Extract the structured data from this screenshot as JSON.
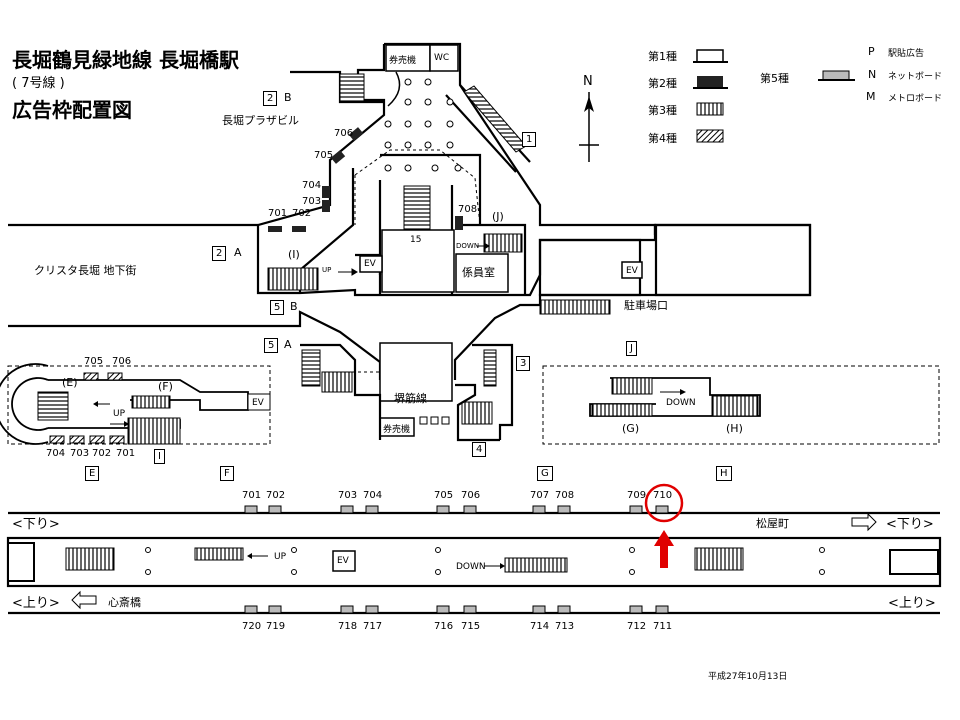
{
  "title": {
    "line": "長堀鶴見緑地線 長堀橋駅",
    "route": "( 7号線 )",
    "chart": "広告枠配置図"
  },
  "legend": {
    "type1": "第1種",
    "type2": "第2種",
    "type3": "第3種",
    "type4": "第4種",
    "type5": "第5種",
    "p_code": "P",
    "p_label": "駅貼広告",
    "n_code": "N",
    "n_label": "ネットボード",
    "m_code": "M",
    "m_label": "メトロボード"
  },
  "north": "N",
  "concourse": {
    "ticket_top": "券売機",
    "wc": "WC",
    "exit_2b": "2",
    "exit_2b_suffix": "B",
    "exit_2b_place": "長堀プラザビル",
    "exit_1": "1",
    "exit_2a": "2",
    "exit_2a_suffix": "A",
    "underground_mall": "クリスタ長堀 地下街",
    "exit_5b": "5",
    "exit_5b_suffix": "B",
    "exit_5a": "5",
    "exit_5a_suffix": "A",
    "exit_3": "3",
    "exit_4": "4",
    "staff_room": "係員室",
    "parking_exit": "駐車場口",
    "sakaisuji_line": "堺筋線",
    "ticket_bottom": "券売機",
    "label_15": "15",
    "ev": "EV",
    "up": "UP",
    "down": "DOWN",
    "zone_i": "(I)",
    "zone_j": "(J)",
    "ad_701": "701",
    "ad_702": "702",
    "ad_703": "703",
    "ad_704": "704",
    "ad_705": "705",
    "ad_706": "706",
    "ad_708": "708"
  },
  "inset_i": {
    "zone_e": "(E)",
    "zone_f": "(F)",
    "top_ads": [
      "705",
      "706"
    ],
    "bottom_ads": [
      "704",
      "703",
      "702",
      "701"
    ],
    "key": "I",
    "up": "UP",
    "ev": "EV"
  },
  "inset_j": {
    "key": "J",
    "zone_g": "(G)",
    "zone_h": "(H)",
    "down": "DOWN"
  },
  "platform": {
    "zone_keys": [
      "E",
      "F",
      "G",
      "H"
    ],
    "top_ads": [
      "701",
      "702",
      "703",
      "704",
      "705",
      "706",
      "707",
      "708",
      "709",
      "710"
    ],
    "bottom_ads": [
      "720",
      "719",
      "718",
      "717",
      "716",
      "715",
      "714",
      "713",
      "712",
      "711"
    ],
    "kudari_left": "<下り>",
    "kudari_right": "<下り>",
    "nobori_left": "<上り>",
    "nobori_right": "<上り>",
    "matsuyamachi": "松屋町",
    "shinsaibashi": "心斎橋",
    "up": "UP",
    "down": "DOWN",
    "ev": "EV",
    "highlight": "710",
    "highlight_color": "#e00000"
  },
  "date": "平成27年10月13日"
}
